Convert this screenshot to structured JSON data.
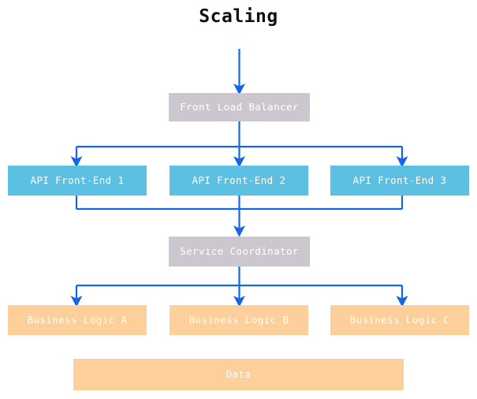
{
  "diagram": {
    "title": "Scaling",
    "background": "#ffffff",
    "title_color": "#111111",
    "connector_color": "#1565e8",
    "palette": {
      "gray": "#ccc7cf",
      "blue": "#5bc0e2",
      "orange": "#fccf9b",
      "node_text": "#ffffff"
    },
    "nodes": {
      "front_load_balancer": "Front Load Balancer",
      "api_front_end_1": "API Front-End 1",
      "api_front_end_2": "API Front-End 2",
      "api_front_end_3": "API Front-End 3",
      "service_coordinator": "Service Coordinator",
      "business_logic_a": "Business Logic A",
      "business_logic_b": "Business Logic B",
      "business_logic_c": "Business Logic C",
      "data": "Data"
    },
    "layers": [
      {
        "name": "load-balancer-layer",
        "kind": "gray",
        "count": 1
      },
      {
        "name": "api-layer",
        "kind": "blue",
        "count": 3
      },
      {
        "name": "coordinator-layer",
        "kind": "gray",
        "count": 1
      },
      {
        "name": "business-logic-layer",
        "kind": "orange",
        "count": 3
      },
      {
        "name": "data-layer",
        "kind": "orange",
        "count": 1
      }
    ],
    "connections": [
      {
        "name": "ingress-to-load-balancer",
        "from": "external",
        "to": "front_load_balancer",
        "style": "arrow-down"
      },
      {
        "name": "load-balancer-fanout",
        "from": "front_load_balancer",
        "to": [
          "api_front_end_1",
          "api_front_end_2",
          "api_front_end_3"
        ],
        "style": "fan-out"
      },
      {
        "name": "api-merge-to-coordinator",
        "from": [
          "api_front_end_1",
          "api_front_end_2",
          "api_front_end_3"
        ],
        "to": "service_coordinator",
        "style": "fan-in"
      },
      {
        "name": "coordinator-fanout",
        "from": "service_coordinator",
        "to": [
          "business_logic_a",
          "business_logic_b",
          "business_logic_c"
        ],
        "style": "fan-out"
      }
    ]
  }
}
